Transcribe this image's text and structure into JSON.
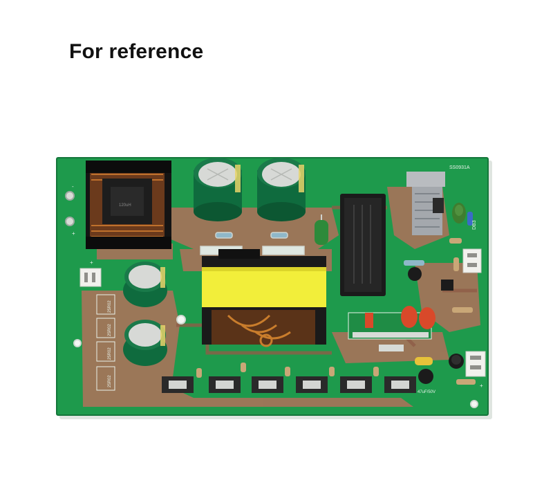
{
  "caption": "For reference",
  "board": {
    "code": "SS0931A",
    "label_db3": "DB3",
    "label_inductor": "120uH",
    "resistor_labels": [
      "25R02",
      "25R02",
      "25R02",
      "25R02"
    ],
    "cap_label": "47uF/50V",
    "plus_mark": "+",
    "minus_mark": "-"
  },
  "colors": {
    "pcb_green": "#1e9a4c",
    "pcb_dark": "#177a3c",
    "copper": "#a8735a",
    "silkscreen": "#e8f2ea",
    "transformer_yellow": "#f2ee3a"
  }
}
